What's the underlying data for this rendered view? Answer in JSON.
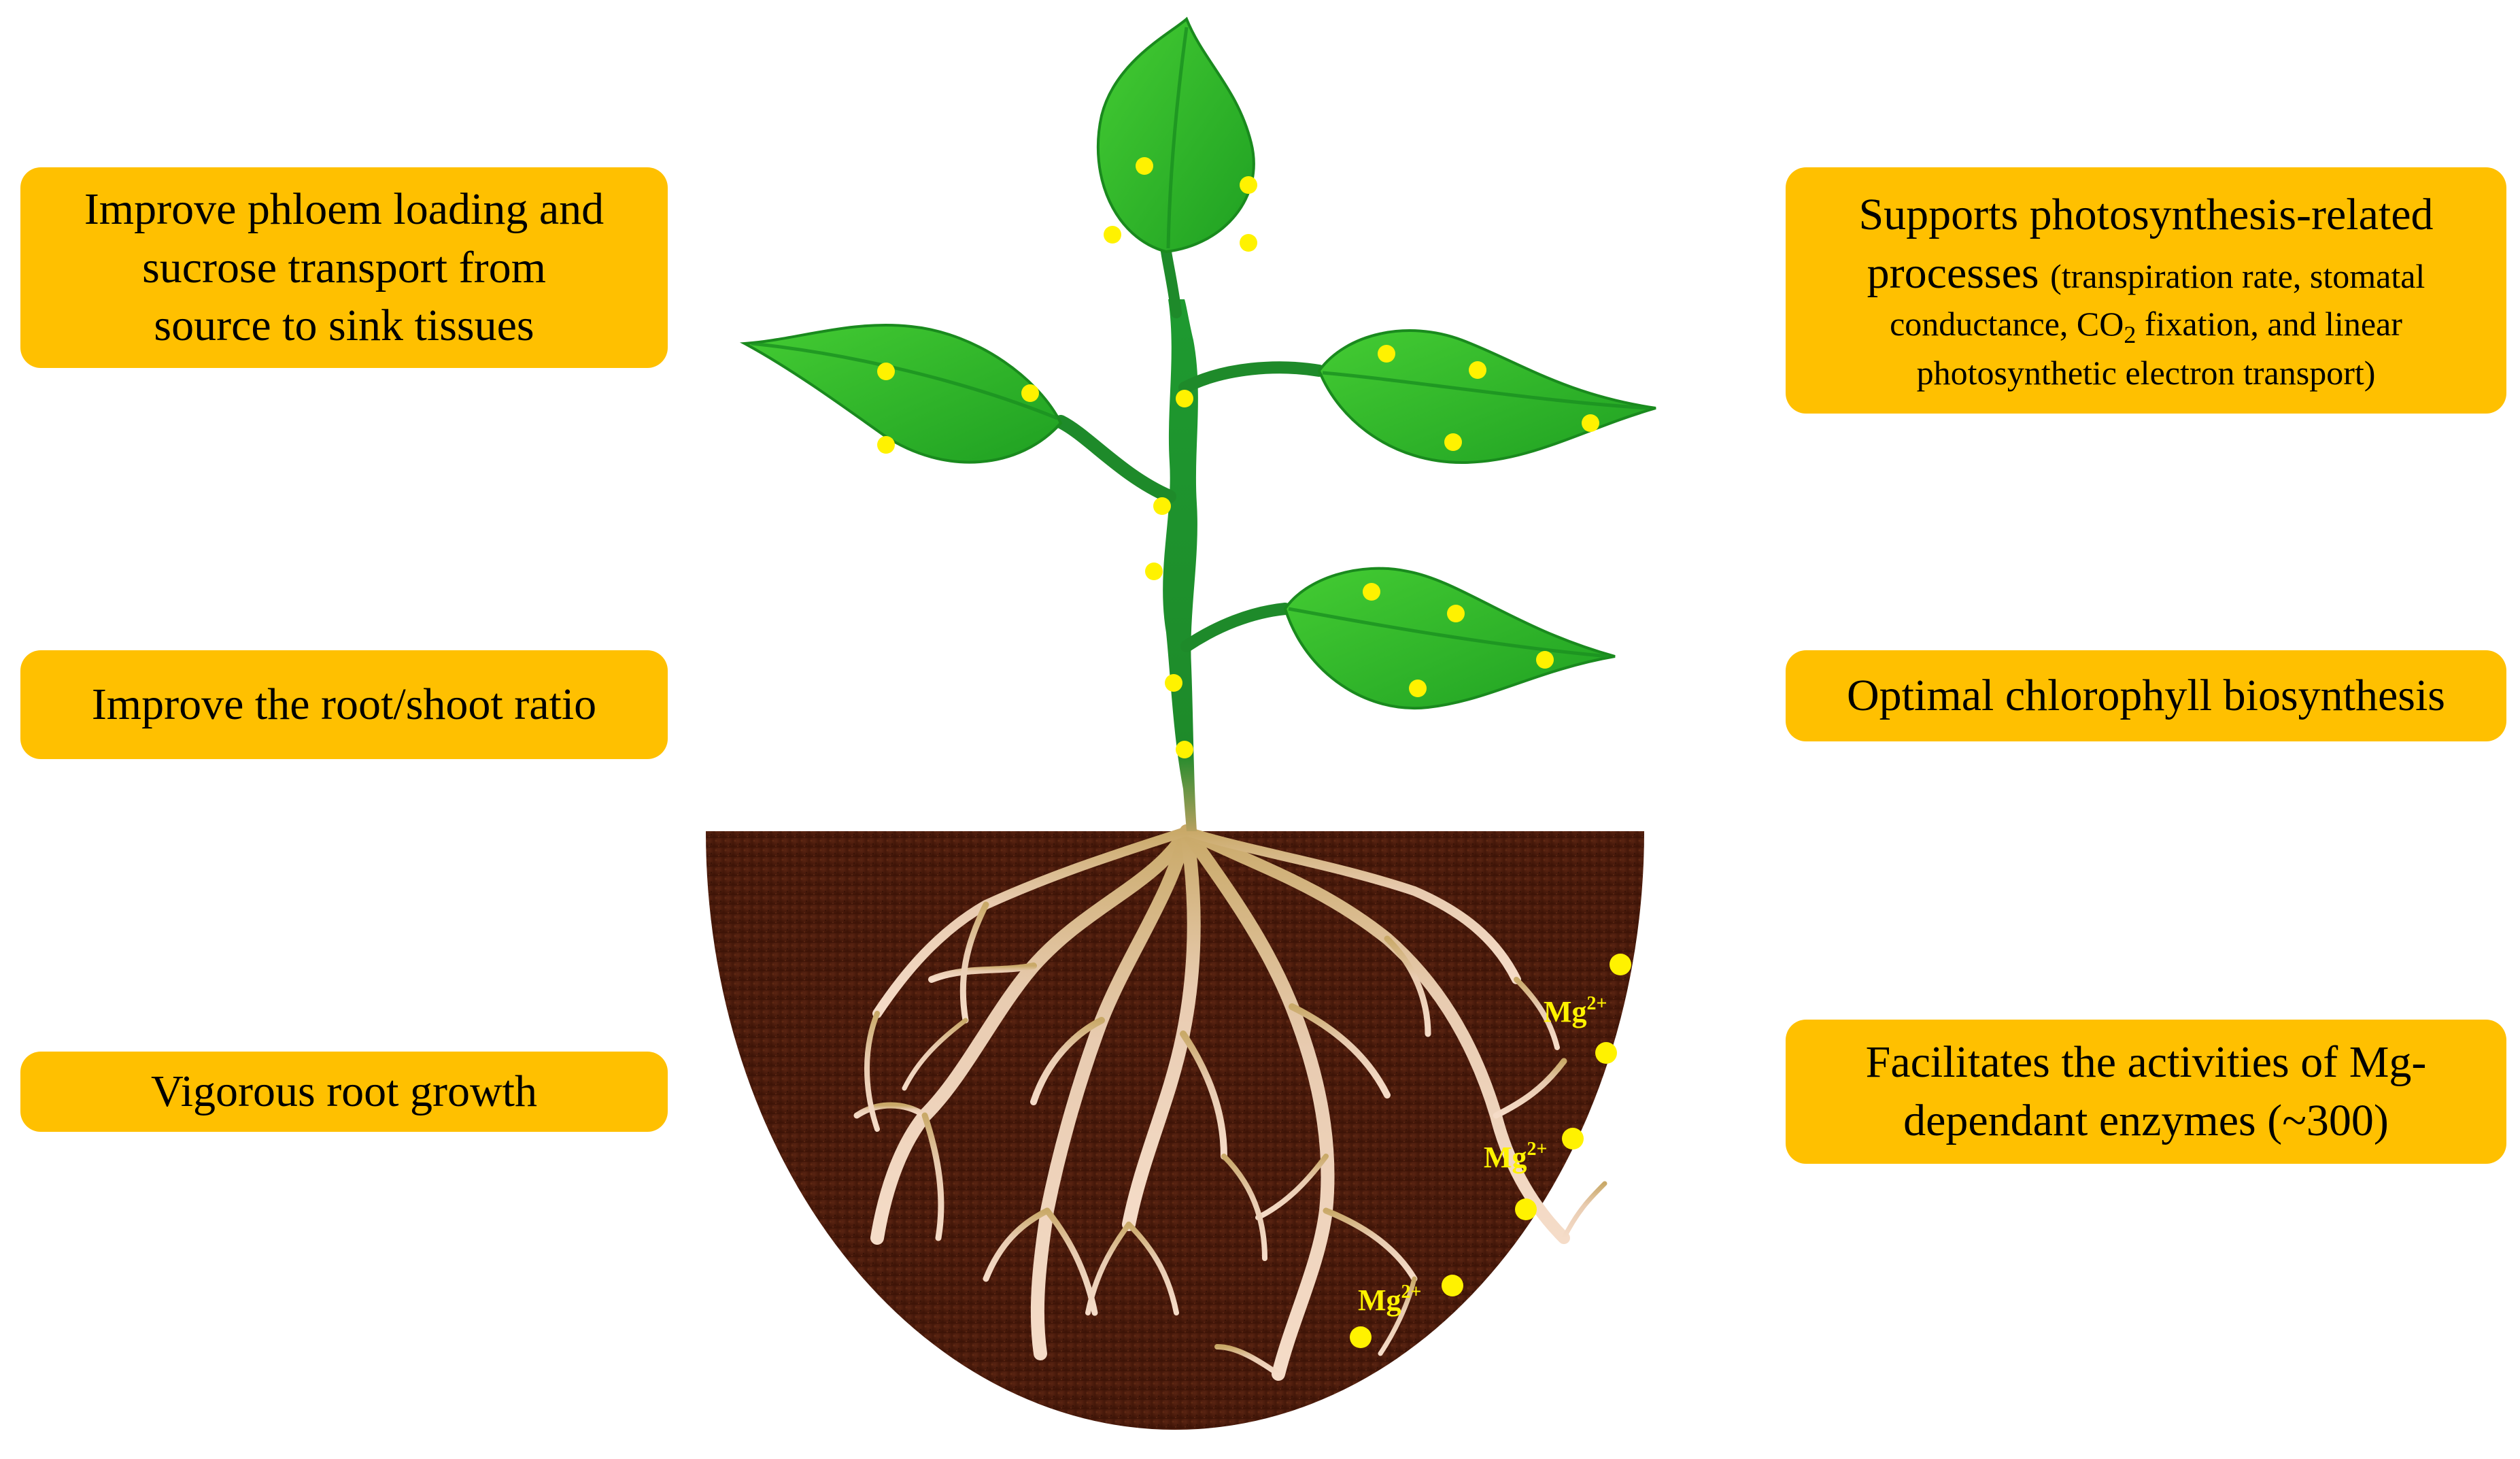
{
  "left_boxes": [
    {
      "lines": [
        "Improve phloem loading and",
        "sucrose transport from",
        "source to sink tissues"
      ]
    },
    {
      "text": "Improve the root/shoot ratio"
    },
    {
      "text": "Vigorous root growth"
    }
  ],
  "right_boxes": [
    {
      "line1": "Supports photosynthesis-related",
      "line2_main": "processes",
      "line2_small": "(transpiration rate, stomatal",
      "line3_a": "conductance, CO",
      "line3_sub": "2",
      "line3_b": " fixation, and linear",
      "line4": "photosynthetic electron transport)"
    },
    {
      "text": "Optimal chlorophyll biosynthesis"
    },
    {
      "lines": [
        "Facilitates the activities of Mg-",
        "dependant enzymes (~300)"
      ]
    }
  ],
  "ion_labels": [
    {
      "base": "Mg",
      "sup": "2+"
    },
    {
      "base": "Mg",
      "sup": "2+"
    },
    {
      "base": "Mg",
      "sup": "2+"
    }
  ],
  "colors": {
    "box": "#FFC000",
    "leaf": "#2DB82D",
    "stem": "#1E8A2A",
    "soil": "#4A1A0A",
    "root": "#E8C7A8",
    "ion": "#FFF200"
  }
}
